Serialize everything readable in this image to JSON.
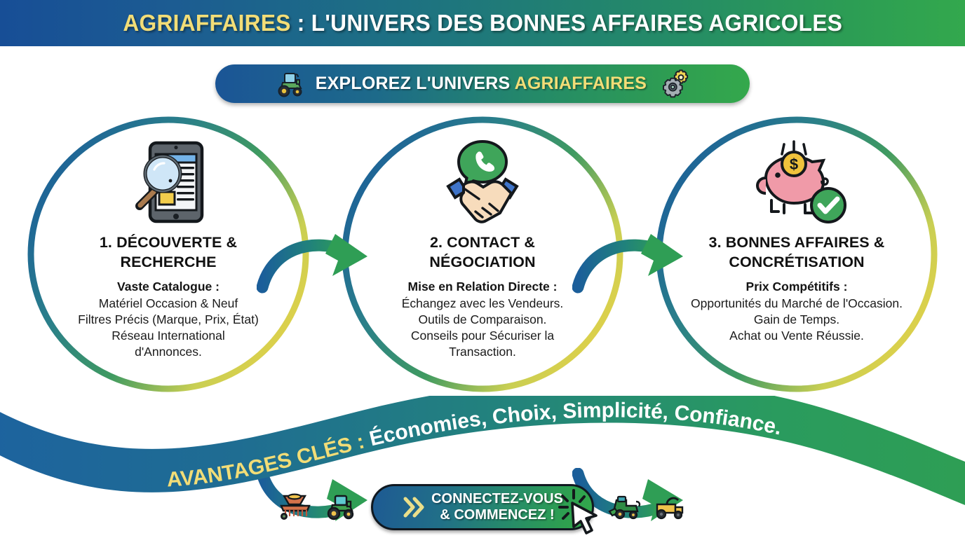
{
  "header": {
    "brand": "AGRIAFFAIRES",
    "rest": " : L'UNIVERS DES BONNES AFFAIRES AGRICOLES",
    "gradient_from": "#174e96",
    "gradient_to": "#33a84c",
    "brand_color": "#f2dd77"
  },
  "subbanner": {
    "lead": "EXPLOREZ L'UNIVERS ",
    "brand": "AGRIAFFAIRES",
    "left_icon": "tractor-icon",
    "right_icon": "gears-icon"
  },
  "steps": [
    {
      "icon": "tablet-search-icon",
      "title": "1. DÉCOUVERTE & RECHERCHE",
      "lead": "Vaste Catalogue :",
      "body": "Matériel Occasion & Neuf\nFiltres Précis (Marque, Prix, État)\nRéseau International\nd'Annonces."
    },
    {
      "icon": "handshake-chat-icon",
      "title": "2. CONTACT & NÉGOCIATION",
      "lead": "Mise en Relation Directe :",
      "body": "Échangez avec les Vendeurs.\nOutils de Comparaison.\nConseils pour Sécuriser la\nTransaction."
    },
    {
      "icon": "piggy-bank-check-icon",
      "title": "3. BONNES AFFAIRES & CONCRÉTISATION",
      "lead": "Prix Compétitifs :",
      "body": "Opportunités du Marché de l'Occasion.\nGain de Temps.\nAchat ou Vente Réussie."
    }
  ],
  "ribbon": {
    "label": "AVANTAGES CLÉS :",
    "benefits": "Économies, Choix, Simplicité, Confiance.",
    "label_color": "#f2dd77",
    "benefits_color": "#ffffff"
  },
  "cta": {
    "line1": "CONNECTEZ-VOUS",
    "line2": "& COMMENCEZ !",
    "chevrons_icon": "double-chevron-right-icon",
    "cursor_icon": "mouse-cursor-click-icon",
    "left_icons": [
      "seeder-icon",
      "tractor-icon"
    ],
    "right_icons": [
      "combine-harvester-icon",
      "forage-harvester-icon"
    ]
  },
  "colors": {
    "blue": "#1c5c92",
    "green": "#2e9e54",
    "yellow": "#e8d14a"
  }
}
